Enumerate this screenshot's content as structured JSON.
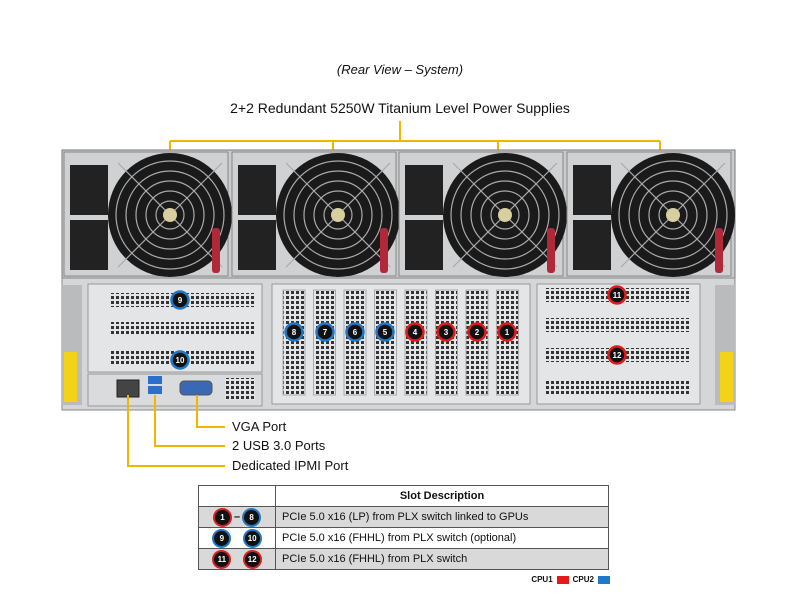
{
  "title": "(Rear View – System)",
  "subtitle": "2+2 Redundant  5250W Titanium  Level  Power Supplies",
  "callouts": {
    "vga": "VGA Port",
    "usb": "2 USB 3.0 Ports",
    "ipmi": "Dedicated IPMI Port"
  },
  "slots": {
    "gpu_slots": [
      "8",
      "7",
      "6",
      "5",
      "4",
      "3",
      "2",
      "1"
    ],
    "left_slots": [
      "9",
      "10"
    ],
    "right_slots": [
      "11",
      "12"
    ]
  },
  "table": {
    "header": "Slot Description",
    "rows": [
      {
        "from": "1",
        "to": "8",
        "separator": "–",
        "description": "PCIe 5.0 x16 (LP) from PLX switch linked to GPUs"
      },
      {
        "from": "9",
        "to": "10",
        "description": "PCIe 5.0 x16 (FHHL) from PLX switch (optional)"
      },
      {
        "from": "11",
        "to": "12",
        "description": "PCIe 5.0 x16 (FHHL) from PLX switch"
      }
    ]
  },
  "legend": {
    "cpu1": "CPU1",
    "cpu2": "CPU2",
    "cpu1_color": "#e31b1b",
    "cpu2_color": "#1f78c8"
  },
  "colors": {
    "callout_line": "#f2b600"
  }
}
